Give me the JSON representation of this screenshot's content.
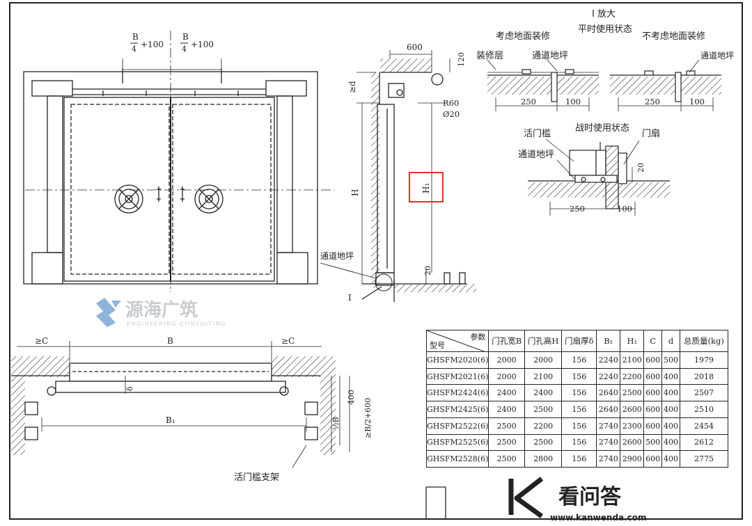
{
  "labels": {
    "dim_b4_left": "B",
    "dim_b4_right": "B",
    "dim_b4_denom": "4",
    "dim_b4_plus": "+100",
    "dim_600_top": "600",
    "dim_120": "120",
    "dim_ge_d": "≥d",
    "dim_r60": "R60",
    "dim_phi20": "Ø20",
    "dim_h": "H",
    "dim_h1": "H₁",
    "dim_20_side": "20",
    "passage_floor_left": "通道地坪",
    "detail_mark": "I",
    "detail_title": "I 放大",
    "peace_state": "平时使用状态",
    "with_floor_finish": "考虑地面装修",
    "without_floor_finish": "不考虑地面装修",
    "finish_layer": "装修层",
    "passage_floor_d1": "通道地坪",
    "passage_floor_d2": "通道地坪",
    "dim_250_a": "250",
    "dim_100_a": "100",
    "dim_250_b": "250",
    "dim_100_b": "100",
    "war_state": "战时使用状态",
    "movable_sill": "活门槛",
    "door_leaf": "门扇",
    "passage_floor_d3": "通道地坪",
    "dim_20_d3": "20",
    "dim_250_c": "250",
    "dim_100_c": "100",
    "plan_ge_c_left": "≥C",
    "plan_b": "B",
    "plan_ge_c_right": "≥C",
    "plan_delta": "δ",
    "plan_400": "400",
    "plan_b1": "B₁",
    "plan_half_b": "½B",
    "plan_b2_600": "≥B/2+600",
    "sill_bracket": "活门槛支架"
  },
  "table": {
    "corner_param": "参数",
    "corner_model": "型号",
    "headers": [
      "门孔宽B",
      "门孔高H",
      "门扇厚δ",
      "B₁",
      "H₁",
      "C",
      "d",
      "总质量(kg)"
    ],
    "rows": [
      [
        "GHSFM2020(6)",
        "2000",
        "2000",
        "156",
        "2240",
        "2100",
        "600",
        "500",
        "1979"
      ],
      [
        "GHSFM2021(6)",
        "2000",
        "2100",
        "156",
        "2240",
        "2200",
        "600",
        "400",
        "2018"
      ],
      [
        "GHSFM2424(6)",
        "2400",
        "2400",
        "156",
        "2640",
        "2500",
        "600",
        "400",
        "2507"
      ],
      [
        "GHSFM2425(6)",
        "2400",
        "2500",
        "156",
        "2640",
        "2600",
        "600",
        "400",
        "2510"
      ],
      [
        "GHSFM2522(6)",
        "2500",
        "2200",
        "156",
        "2740",
        "2300",
        "600",
        "400",
        "2454"
      ],
      [
        "GHSFM2525(6)",
        "2500",
        "2500",
        "156",
        "2740",
        "2600",
        "500",
        "400",
        "2612"
      ],
      [
        "GHSFM2528(6)",
        "2500",
        "2800",
        "156",
        "2740",
        "2900",
        "600",
        "400",
        "2775"
      ]
    ]
  },
  "watermark_left": {
    "name": "源海广筑",
    "sub": "ENGINEERING CONSULTING"
  },
  "watermark_right": {
    "name": "看问答",
    "url": "www.kanwenda.com"
  },
  "colors": {
    "line": "#222222",
    "highlight": "#d9342b",
    "watermark_blue": "#8fb4dc",
    "watermark_gray": "#c9cdd2"
  }
}
